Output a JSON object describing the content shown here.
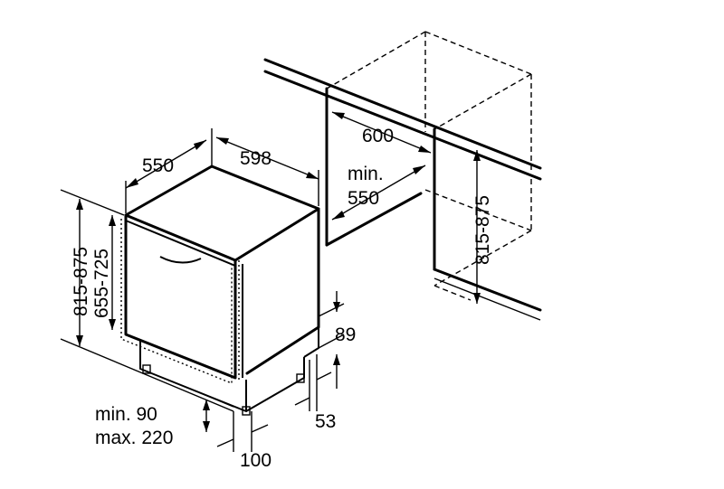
{
  "labels": {
    "depth_550": "550",
    "width_598": "598",
    "niche_width": "600",
    "niche_depth_min": "min.",
    "niche_depth_val": "550",
    "niche_height": "815-875",
    "height_outer": "815-875",
    "height_inner": "655-725",
    "plinth_89": "89",
    "plinth_53": "53",
    "plinth_min": "min. 90",
    "plinth_max": "max. 220",
    "plinth_depth_100": "100"
  }
}
